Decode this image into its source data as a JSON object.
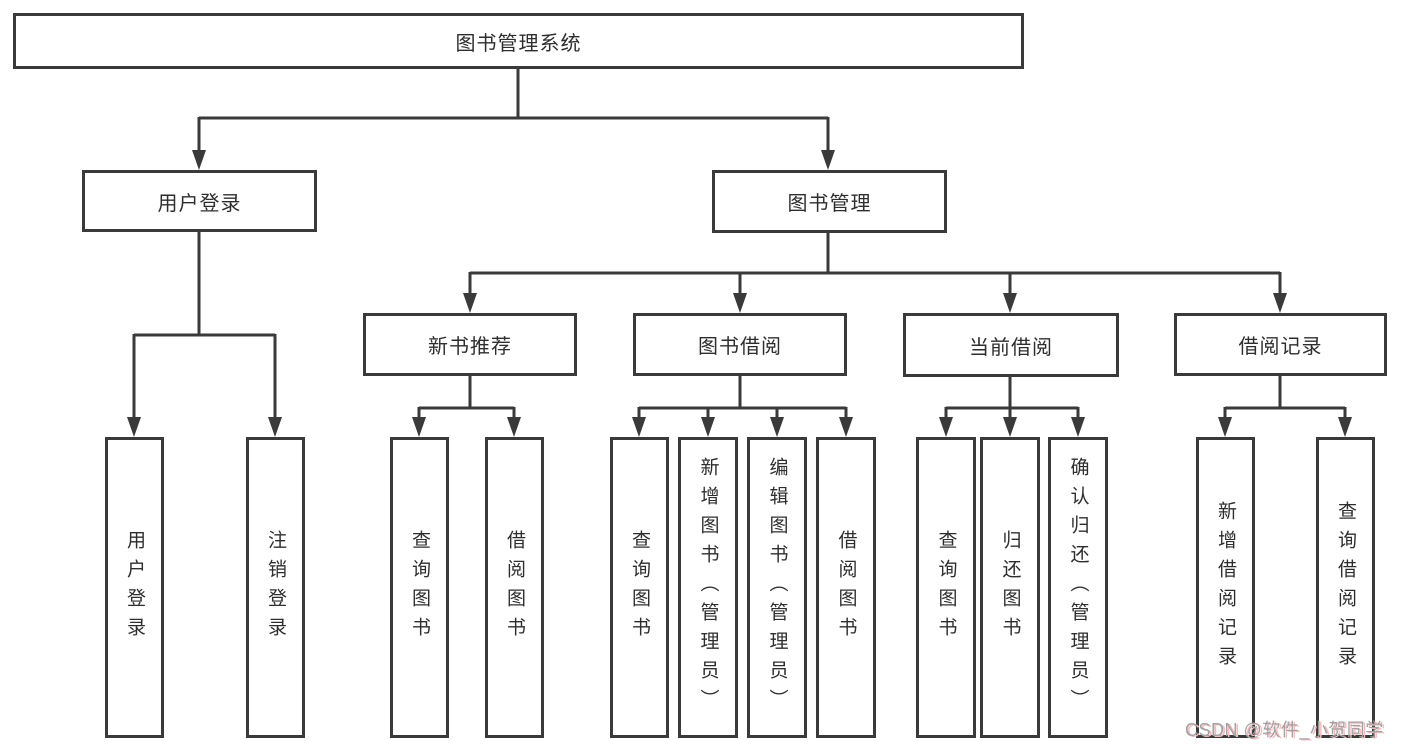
{
  "watermark": "CSDN @软件_小贺同学",
  "colors": {
    "line": "#3a3a3a",
    "box_border": "#3a3a3a",
    "box_fill": "#ffffff",
    "text": "#2e2e2e",
    "watermark_gray": "#a2a2a6",
    "watermark_red_shadow": "#f5bcbc"
  },
  "tree": {
    "label": "图书管理系统",
    "children": [
      {
        "label": "用户登录",
        "children": [
          {
            "label": "用户登录"
          },
          {
            "label": "注销登录"
          }
        ]
      },
      {
        "label": "图书管理",
        "children": [
          {
            "label": "新书推荐",
            "children": [
              {
                "label": "查询图书"
              },
              {
                "label": "借阅图书"
              }
            ]
          },
          {
            "label": "图书借阅",
            "children": [
              {
                "label": "查询图书"
              },
              {
                "label": "新增图书（管理员）"
              },
              {
                "label": "编辑图书（管理员）"
              },
              {
                "label": "借阅图书"
              }
            ]
          },
          {
            "label": "当前借阅",
            "children": [
              {
                "label": "查询图书"
              },
              {
                "label": "归还图书"
              },
              {
                "label": "确认归还（管理员）"
              }
            ]
          },
          {
            "label": "借阅记录",
            "children": [
              {
                "label": "新增借阅记录"
              },
              {
                "label": "查询借阅记录"
              }
            ]
          }
        ]
      }
    ]
  }
}
